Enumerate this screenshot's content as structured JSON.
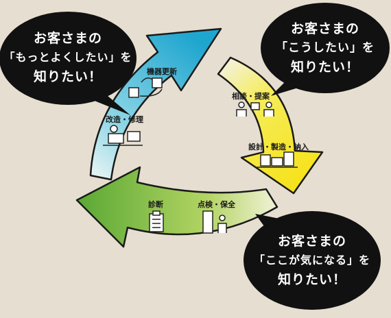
{
  "bubbles": {
    "top_left": [
      "お客さまの",
      "「もっとよくしたい」を",
      "知りたい！"
    ],
    "top_right": [
      "お客さまの",
      "「こうしたい」を",
      "知りたい！"
    ],
    "bottom_right": [
      "お客さまの",
      "「ここが気になる」を",
      "知りたい！"
    ]
  },
  "steps": {
    "renewal": "機器更新",
    "repair": "改造・修理",
    "consult": "相談・提案",
    "design": "設計・製造・納入",
    "diagnosis": "診断",
    "inspection": "点検・保全"
  },
  "icons": [
    "refresh-icon",
    "worker-at-desk-icon",
    "consultation-icon",
    "factory-equipment-icon",
    "clipboard-icon",
    "maintenance-worker-icon"
  ],
  "colors": {
    "background": "#e6ded0",
    "bubble": "#111111",
    "arrow_blue": "#2ab4d6",
    "arrow_yellow": "#f2e61a",
    "arrow_green": "#6fb53a"
  }
}
